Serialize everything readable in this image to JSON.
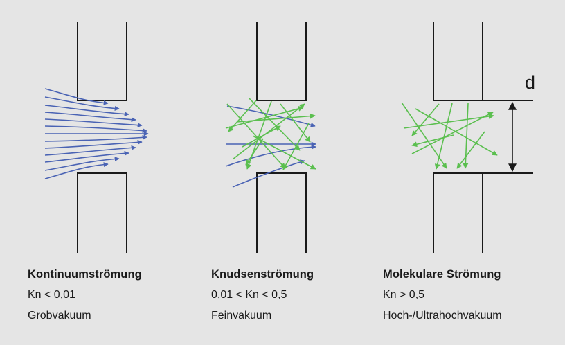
{
  "colors": {
    "background": "#e5e5e5",
    "wall": "#1a1a1a",
    "continuum_flow": "#4a63b4",
    "molecule_flow": "#5bbf4f",
    "text": "#1a1a1a"
  },
  "dimension_label": "d",
  "regimes": [
    {
      "title": "Kontinuumströmung",
      "knudsen": "Kn < 0,01",
      "vacuum": "Grobvakuum"
    },
    {
      "title": "Knudsenströmung",
      "knudsen": "0,01 < Kn < 0,5",
      "vacuum": "Feinvakuum"
    },
    {
      "title": "Molekulare Strömung",
      "knudsen": "Kn > 0,5",
      "vacuum": "Hoch-/Ultrahochvakuum"
    }
  ]
}
